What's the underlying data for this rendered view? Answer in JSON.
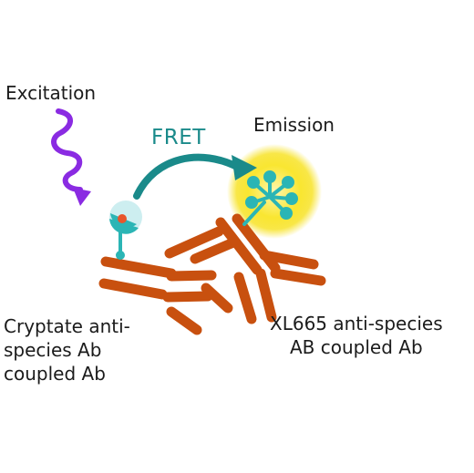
{
  "labels": {
    "excitation": "Excitation",
    "emission": "Emission",
    "fret": "FRET",
    "cryptate_line1": "Cryptate anti-",
    "cryptate_line2": "species Ab",
    "cryptate_line3": "coupled Ab",
    "xl665_line1": "XL665 anti-species",
    "xl665_line2": "AB coupled Ab"
  },
  "colors": {
    "excitation_arrow": "#8a2be2",
    "fret_arrow": "#1a8a8a",
    "antibody": "#c8500f",
    "donor_teal": "#2bb5b5",
    "donor_light": "#cdeef0",
    "donor_core": "#e8552b",
    "emission_glow": "#f7e11a",
    "text": "#1b1b1b"
  },
  "icons": {
    "excitation": "wavy-arrow-icon",
    "fret": "curved-arrow-icon",
    "donor": "cryptate-donor-icon",
    "acceptor": "xl665-acceptor-icon",
    "antibody": "antibody-icon"
  }
}
